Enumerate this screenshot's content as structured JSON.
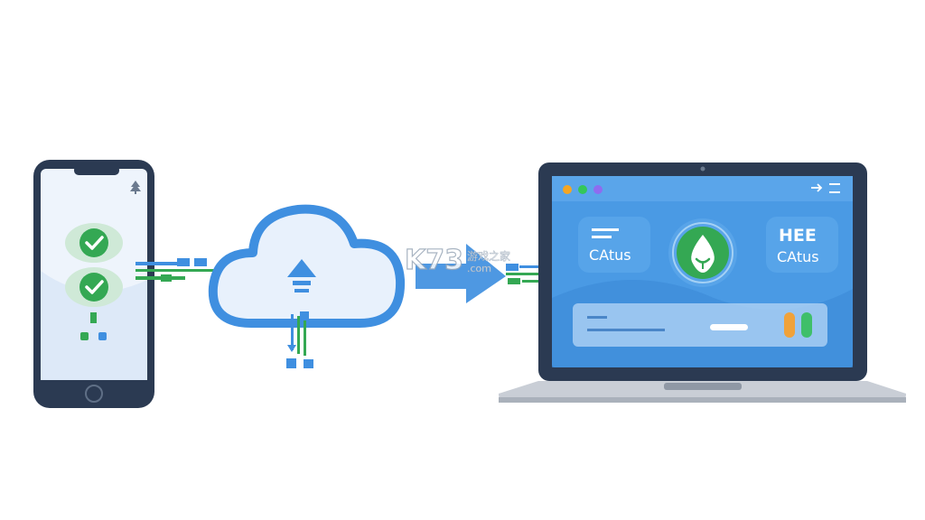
{
  "colors": {
    "accent_blue": "#3f8fe0",
    "accent_green": "#34a853",
    "device_frame": "#2b3a52",
    "cloud_fill": "#e8f1fc",
    "laptop_screen": "#4a9ae4",
    "base_silver": "#c9ced6",
    "dot_orange": "#f5a623",
    "dot_green": "#34c759",
    "dot_purple": "#8e6cf0",
    "bar_orange": "#f0a23a",
    "bar_green": "#3fbf6a"
  },
  "watermark": {
    "brand": "K73",
    "site": "游戏之家",
    "domain": ".com"
  },
  "laptop": {
    "panel_left_label": "CAtus",
    "panel_right_title": "HEE",
    "panel_right_label": "CAtus"
  },
  "icons": {
    "phone_check_1": "check-icon",
    "phone_check_2": "check-icon",
    "phone_corner": "tree-icon",
    "cloud_upload": "upload-arrow-icon",
    "flow_arrow": "right-arrow-icon",
    "laptop_drop": "leaf-drop-icon",
    "laptop_menu": "menu-icon"
  }
}
